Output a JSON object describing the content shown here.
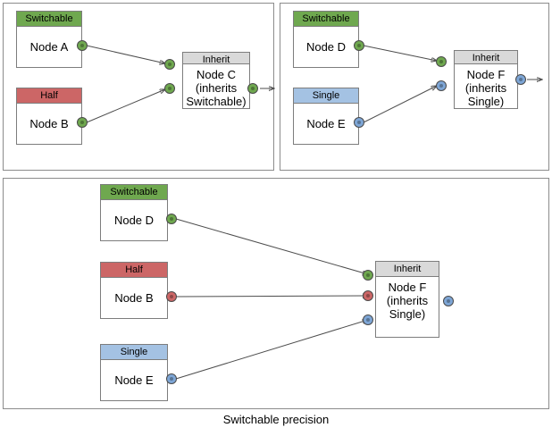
{
  "diagram": {
    "caption": "Switchable precision",
    "colors": {
      "switchable": "#6FA84F",
      "half": "#CC6666",
      "single": "#A4C2E3",
      "inherit": "#D9D9D9",
      "port_green": "#6FA84F",
      "port_red": "#CC6666",
      "port_blue": "#7EA6D6",
      "border": "#7d7d7d",
      "panel_border": "#8c8c8c",
      "edge": "#4d4d4d",
      "background": "#ffffff"
    },
    "panels": [
      {
        "id": "panel-a",
        "name": "switchable-inherits-switchable",
        "nodes": [
          {
            "id": "node-a",
            "header": "Switchable",
            "header_style": "green",
            "label": "Node A"
          },
          {
            "id": "node-b",
            "header": "Half",
            "header_style": "red",
            "label": "Node B"
          },
          {
            "id": "node-c",
            "header": "Inherit",
            "header_style": "grey",
            "label": "Node C\n(inherits\nSwitchable)"
          }
        ],
        "edges": [
          {
            "from": "node-a",
            "to": "node-c",
            "port_color": "green"
          },
          {
            "from": "node-b",
            "to": "node-c",
            "port_color": "green"
          },
          {
            "from": "node-c",
            "to": "output",
            "port_color": "green"
          }
        ]
      },
      {
        "id": "panel-b",
        "name": "switchable-single-inherits-single",
        "nodes": [
          {
            "id": "node-d",
            "header": "Switchable",
            "header_style": "green",
            "label": "Node D"
          },
          {
            "id": "node-e",
            "header": "Single",
            "header_style": "blue",
            "label": "Node E"
          },
          {
            "id": "node-f",
            "header": "Inherit",
            "header_style": "grey",
            "label": "Node F\n(inherits\nSingle)"
          }
        ],
        "edges": [
          {
            "from": "node-d",
            "to": "node-f",
            "port_color": "green"
          },
          {
            "from": "node-e",
            "to": "node-f",
            "port_color": "blue"
          },
          {
            "from": "node-f",
            "to": "output",
            "port_color": "blue"
          }
        ]
      },
      {
        "id": "panel-c",
        "name": "three-inputs-inherits-single",
        "nodes": [
          {
            "id": "node-d2",
            "header": "Switchable",
            "header_style": "green",
            "label": "Node D"
          },
          {
            "id": "node-b2",
            "header": "Half",
            "header_style": "red",
            "label": "Node B"
          },
          {
            "id": "node-e2",
            "header": "Single",
            "header_style": "blue",
            "label": "Node E"
          },
          {
            "id": "node-f2",
            "header": "Inherit",
            "header_style": "grey",
            "label": "Node F\n(inherits\nSingle)"
          }
        ],
        "edges": [
          {
            "from": "node-d2",
            "to": "node-f2",
            "port_color": "green"
          },
          {
            "from": "node-b2",
            "to": "node-f2",
            "port_color": "red"
          },
          {
            "from": "node-e2",
            "to": "node-f2",
            "port_color": "blue"
          }
        ]
      }
    ]
  }
}
